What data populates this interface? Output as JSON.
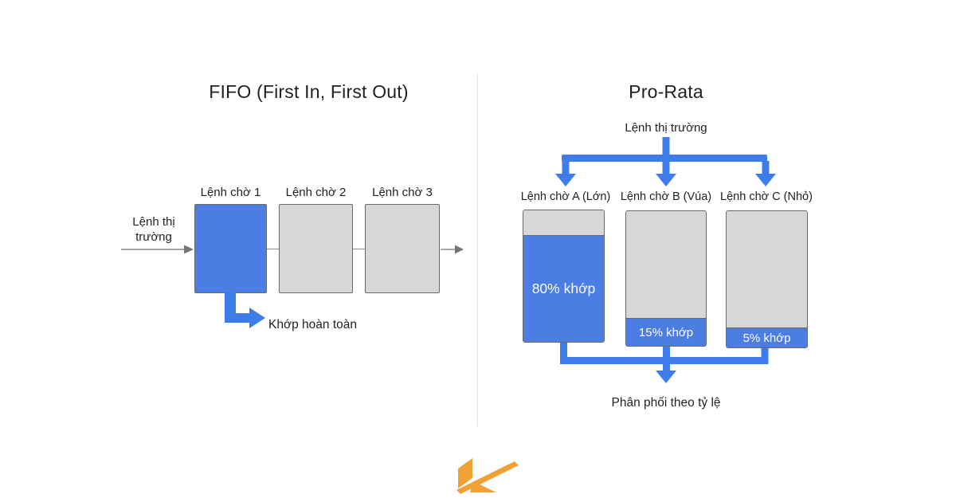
{
  "fifo": {
    "title": "FIFO (First In, First Out)",
    "input_label_line1": "Lệnh thị",
    "input_label_line2": "trường",
    "queue_labels": [
      "Lệnh chờ 1",
      "Lệnh chờ 2",
      "Lệnh chờ 3"
    ],
    "matched_label": "Khớp hoàn toàn",
    "highlighted_queue_index": 0
  },
  "prorata": {
    "title": "Pro-Rata",
    "input_label": "Lệnh thị trường",
    "columns": [
      {
        "label": "Lệnh chờ A (Lớn)",
        "fill_label": "80% khớp",
        "fill_percent": 80
      },
      {
        "label": "Lệnh chờ B (Vúa)",
        "fill_label": "15% khớp",
        "fill_percent": 15
      },
      {
        "label": "Lệnh chờ C (Nhỏ)",
        "fill_label": "5% khớp",
        "fill_percent": 5
      }
    ],
    "output_label": "Phân phối theo tỷ lệ"
  },
  "logo": {
    "name": "kakata-k-logo"
  },
  "colors": {
    "accent_blue": "#4c7de2",
    "arrow_blue": "#3e7de9",
    "box_gray": "#d7d7d7",
    "border_gray": "#696969",
    "line_gray": "#8c8c8c",
    "text": "#1f2023",
    "divider": "#e4e4e4",
    "logo_orange": "#f0a136",
    "background": "#ffffff"
  }
}
